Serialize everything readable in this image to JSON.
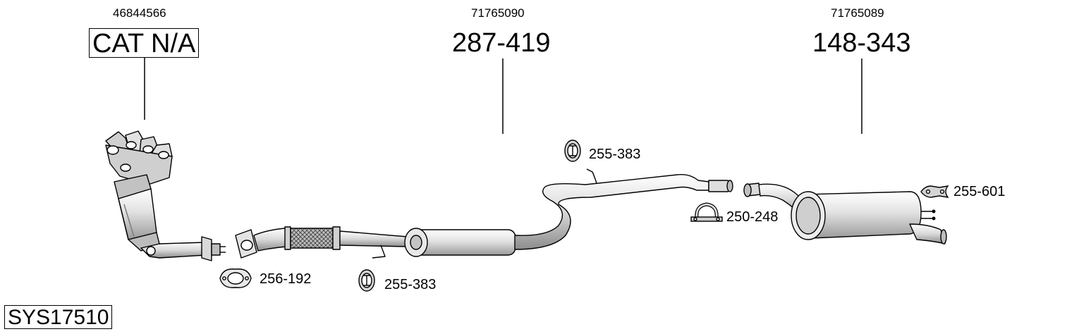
{
  "parts": [
    {
      "oe": "46844566",
      "code": "CAT N/A"
    },
    {
      "oe": "71765090",
      "code": "287-419"
    },
    {
      "oe": "71765089",
      "code": "148-343"
    }
  ],
  "accessories": [
    {
      "code": "256-192",
      "icon": "gasket-icon"
    },
    {
      "code": "255-383",
      "icon": "rubber-hanger-icon"
    },
    {
      "code": "255-383",
      "icon": "rubber-hanger-icon"
    },
    {
      "code": "250-248",
      "icon": "pipe-clamp-icon"
    },
    {
      "code": "255-601",
      "icon": "mounting-strap-icon"
    }
  ],
  "system_id": "SYS17510",
  "colors": {
    "line": "#000000",
    "fill_light": "#e6e6e6",
    "fill_mid": "#c9c9c9",
    "fill_dark": "#9a9a9a"
  }
}
